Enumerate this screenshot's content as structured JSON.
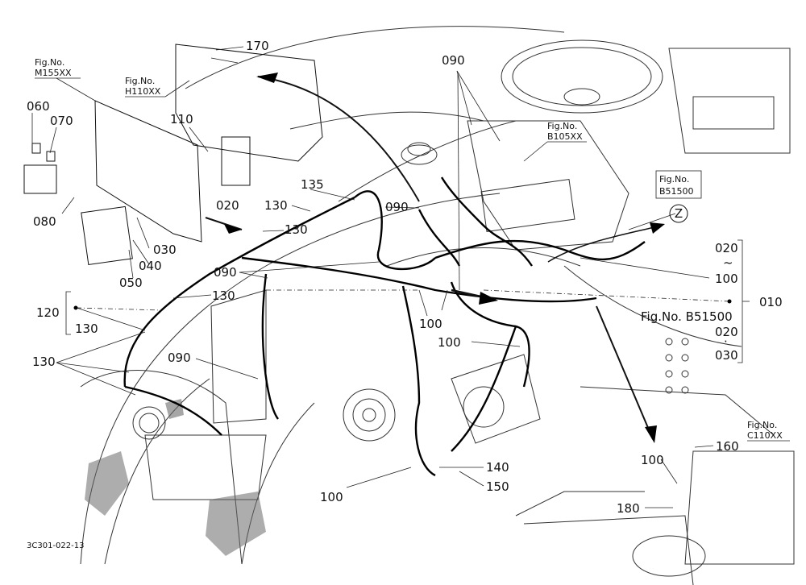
{
  "fig_refs": [
    {
      "id": "m155",
      "line1": "Fig.No.",
      "line2": "M155XX"
    },
    {
      "id": "h110",
      "line1": "Fig.No.",
      "line2": "H110XX"
    },
    {
      "id": "b105",
      "line1": "Fig.No.",
      "line2": "B105XX"
    },
    {
      "id": "b515_box",
      "line1": "Fig.No.",
      "line2": "B51500"
    },
    {
      "id": "c110",
      "line1": "Fig.No.",
      "line2": "C110XX"
    },
    {
      "id": "b515_right",
      "line1": "Fig.No. B51500",
      "line2": ""
    }
  ],
  "part_labels": {
    "p170": "170",
    "p090_top": "090",
    "p060": "060",
    "p070": "070",
    "p110": "110",
    "p020": "020",
    "p135": "135",
    "p130_a": "130",
    "p130_b": "130",
    "p090_mid": "090",
    "p080": "080",
    "p030": "030",
    "p040": "040",
    "p050": "050",
    "p090_left": "090",
    "p130_c": "130",
    "p120": "120",
    "p130_d": "130",
    "p130_e": "130",
    "p100_a": "100",
    "p100_b": "100",
    "p090_low": "090",
    "p140": "140",
    "p150": "150",
    "p100_c": "100",
    "p100_d": "100",
    "p160": "160",
    "p180": "180",
    "p010": "010"
  },
  "range_group": {
    "top": "020",
    "tilde": "~",
    "bottom": "100",
    "top2": "020",
    "dot": "·",
    "bottom2": "030"
  },
  "marker_z": "Z",
  "drawing_code": "3C301-022-13"
}
